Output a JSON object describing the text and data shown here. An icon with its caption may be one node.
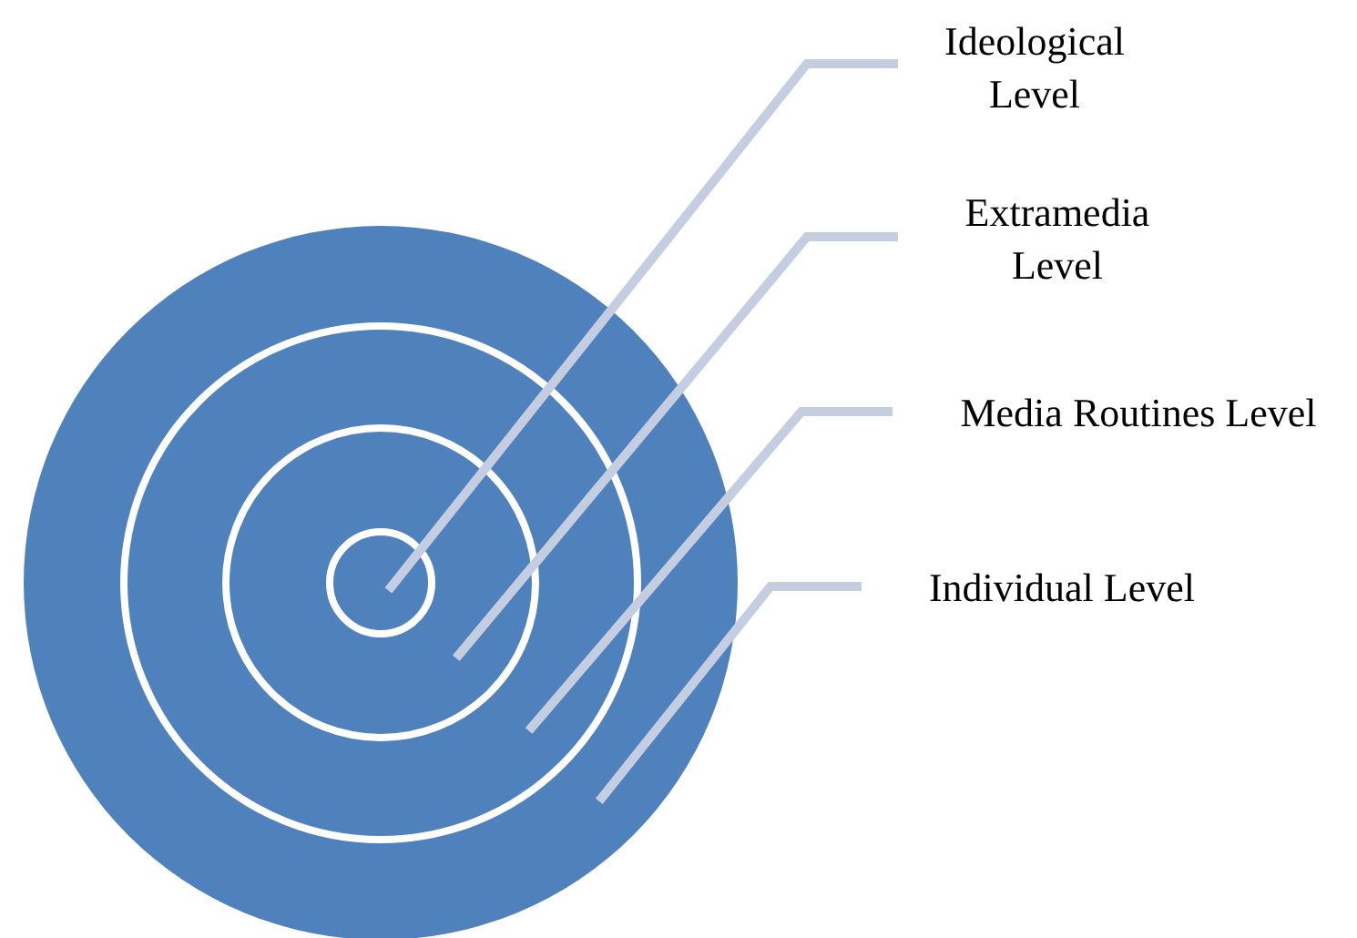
{
  "diagram": {
    "nodes": [
      {
        "text": [],
        "shape": "circle"
      },
      {
        "text": [],
        "shape": "circle",
        "in": 0
      },
      {
        "text": [],
        "shape": "circle",
        "in": 1
      },
      {
        "text": [],
        "shape": "circle",
        "in": 2
      },
      {
        "text": [
          "Ideological Level"
        ]
      },
      {
        "text": [
          "Extramedia Level"
        ]
      },
      {
        "text": [
          "Media Routines Level"
        ]
      },
      {
        "text": [
          "Individual Level"
        ]
      }
    ],
    "edges": [
      {
        "from": 4,
        "to": 3,
        "arrow": "none"
      },
      {
        "from": 5,
        "to": 2,
        "arrow": "none"
      },
      {
        "from": 6,
        "to": 1,
        "arrow": "none"
      },
      {
        "from": 7,
        "to": 0,
        "arrow": "none"
      }
    ]
  }
}
